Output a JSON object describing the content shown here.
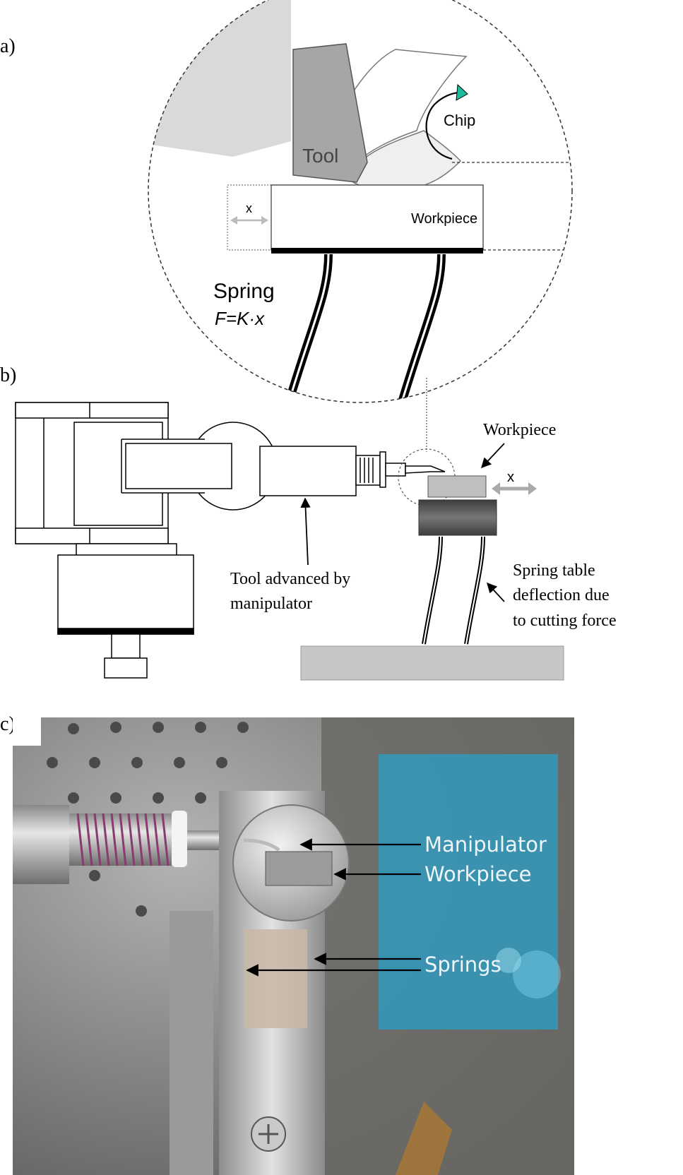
{
  "panels": {
    "a": {
      "label": "a)",
      "tool": "Tool",
      "chip": "Chip",
      "workpiece": "Workpiece",
      "displacement": "x",
      "spring": "Spring",
      "formula": "F=K·x"
    },
    "b": {
      "label": "b)",
      "workpiece": "Workpiece",
      "displacement": "x",
      "tool_caption_line1": "Tool advanced by",
      "tool_caption_line2": "manipulator",
      "spring_caption_line1": "Spring table",
      "spring_caption_line2": "deflection due",
      "spring_caption_line3": "to cutting force"
    },
    "c": {
      "label": "c)",
      "manipulator": "Manipulator",
      "workpiece": "Workpiece",
      "springs": "Springs"
    }
  },
  "colors": {
    "tool_fill": "#a6a6a6",
    "shadow_fill": "#d9d9d9",
    "chip_arrow": "#1abc9c",
    "stage_block": "#555555",
    "overlay_panel": "#2f9bbf",
    "photo_label": "#eef6fa"
  }
}
